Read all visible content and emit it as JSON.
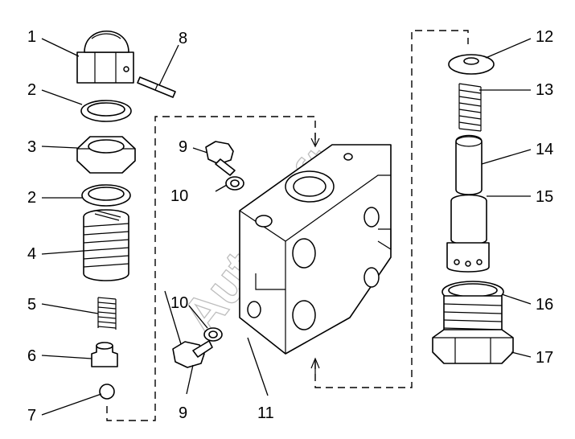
{
  "watermark": "AutoSoft",
  "callouts": {
    "c1": "1",
    "c2a": "2",
    "c3": "3",
    "c2b": "2",
    "c4": "4",
    "c5": "5",
    "c6": "6",
    "c7": "7",
    "c8": "8",
    "c9a": "9",
    "c10a": "10",
    "c10b": "10",
    "c9b": "9",
    "c11": "11",
    "c12": "12",
    "c13": "13",
    "c14": "14",
    "c15": "15",
    "c16": "16",
    "c17": "17"
  }
}
